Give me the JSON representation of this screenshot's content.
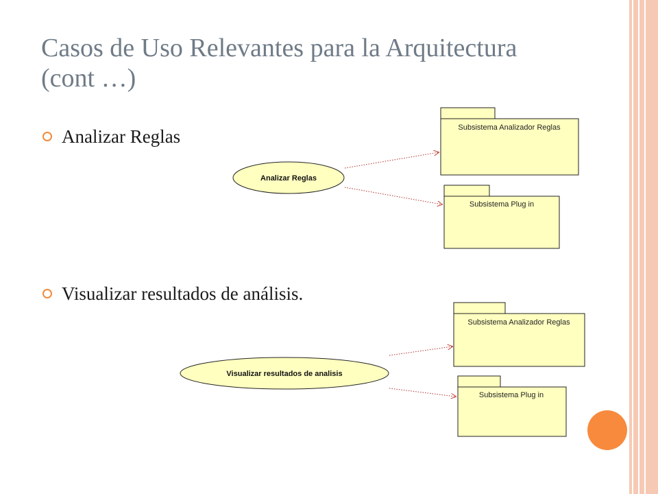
{
  "slide": {
    "title": "Casos de Uso Relevantes para la Arquitectura (cont …)",
    "bullets": [
      {
        "text": "Analizar Reglas"
      },
      {
        "text": "Visualizar resultados de análisis."
      }
    ]
  },
  "diagrams": [
    {
      "use_case": "Analizar Reglas",
      "packages": [
        "Subsistema Analizador Reglas",
        "Subsistema Plug in"
      ]
    },
    {
      "use_case": "Visualizar resultados de analisis",
      "packages": [
        "Subsistema Analizador Reglas",
        "Subsistema Plug in"
      ]
    }
  ],
  "colors": {
    "title": "#6f7b87",
    "bullet_dot": "#f28a3a",
    "uml_fill": "#ffffc0",
    "accent_band": "#f6c9b4",
    "accent_circle": "#f88a3e"
  }
}
